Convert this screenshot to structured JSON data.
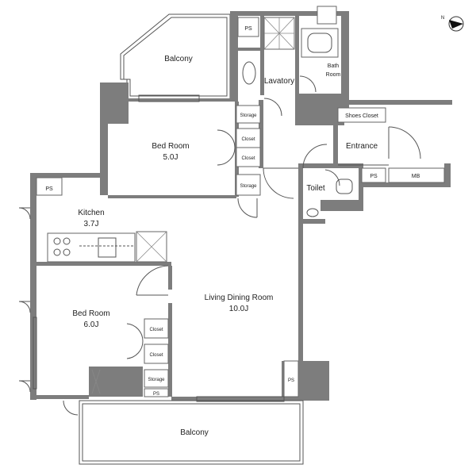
{
  "rooms": {
    "balcony_top": "Balcony",
    "lavatory": "Lavatory",
    "bath": "Bath",
    "bath2": "Room",
    "shoes_closet": "Shoes Closet",
    "entrance": "Entrance",
    "toilet": "Toilet",
    "bedroom1_name": "Bed Room",
    "bedroom1_size": "5.0J",
    "kitchen_name": "Kitchen",
    "kitchen_size": "3.7J",
    "ldk_name": "Living Dining Room",
    "ldk_size": "10.0J",
    "bedroom2_name": "Bed Room",
    "bedroom2_size": "6.0J",
    "balcony_bottom": "Balcony"
  },
  "fixtures": {
    "ps": "PS",
    "mb": "MB",
    "storage": "Storage",
    "closet": "Closet"
  },
  "compass": {
    "north": "N"
  }
}
